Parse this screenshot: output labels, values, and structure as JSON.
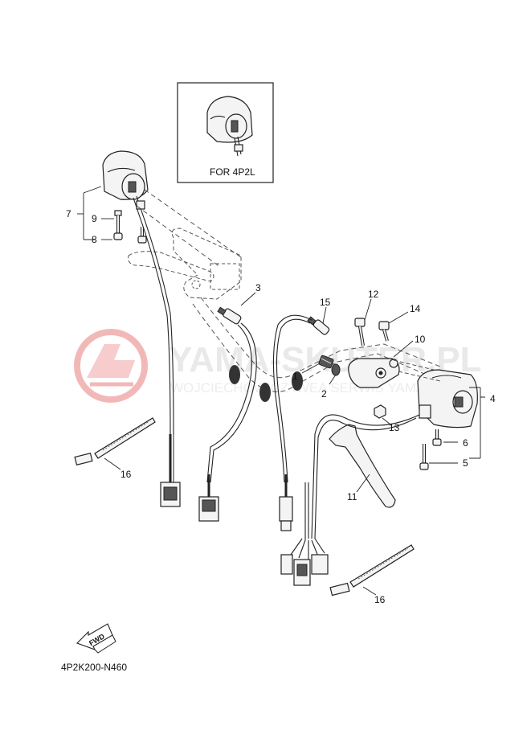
{
  "diagram_code": "4P2K200-N460",
  "inset_caption": "FOR 4P2L",
  "fwd_label": "FWD",
  "watermark": {
    "line1": "YAMA-SKUTER.PL",
    "line2": "WOJCIECHOWICZ IWEA SERWIS YAMAHA"
  },
  "callouts": {
    "c1": "1",
    "c2": "2",
    "c3": "3",
    "c4": "4",
    "c5": "5",
    "c6": "6",
    "c7": "7",
    "c8": "8",
    "c9": "9",
    "c10": "10",
    "c11": "11",
    "c12": "12",
    "c13": "13",
    "c14": "14",
    "c15": "15",
    "c16a": "16",
    "c16b": "16"
  },
  "colors": {
    "line": "#222222",
    "watermark_red": "#f2b8b8",
    "watermark_gray": "#e9e9e9"
  }
}
